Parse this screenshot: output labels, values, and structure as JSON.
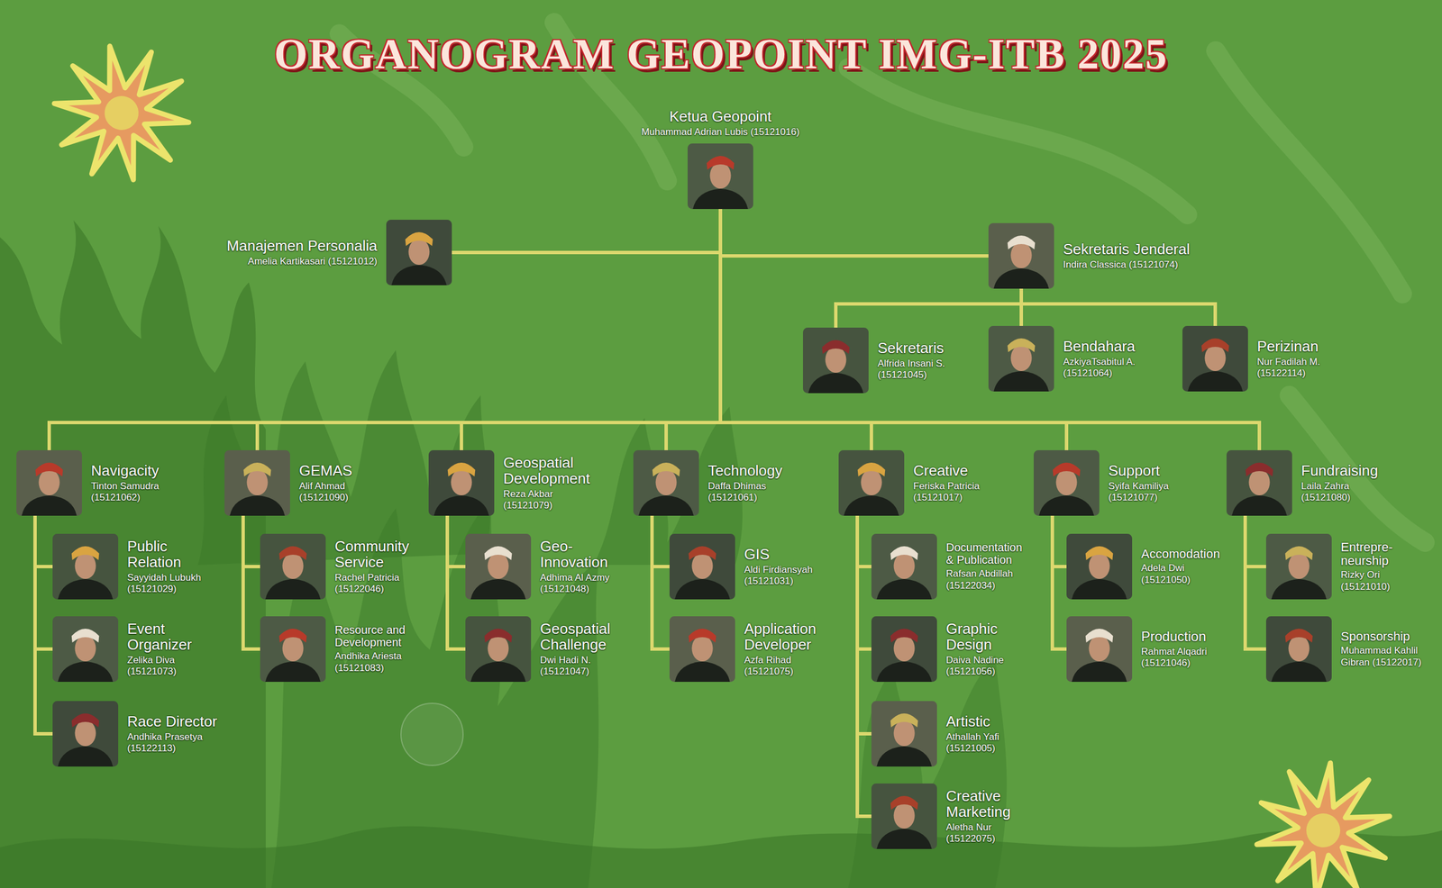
{
  "diagram": {
    "title": "ORGANOGRAM GEOPOINT IMG-ITB 2025",
    "nodes": [
      {
        "text": [
          "Ketua Geopoint",
          "Muhammad Adrian Lubis (15121016)"
        ]
      },
      {
        "text": [
          "Manajemen Personalia",
          "Amelia Kartikasari (15121012)"
        ]
      },
      {
        "text": [
          "Sekretaris Jenderal",
          "Indira Classica (15121074)"
        ]
      },
      {
        "text": [
          "Sekretaris",
          "Alfrida Insani S. (15121045)"
        ]
      },
      {
        "text": [
          "Bendahara",
          "AzkiyaTsabitul A. (15121064)"
        ]
      },
      {
        "text": [
          "Perizinan",
          "Nur Fadilah M. (15122114)"
        ]
      },
      {
        "text": [
          "Navigacity",
          "Tinton Samudra (15121062)"
        ]
      },
      {
        "text": [
          "Public Relation",
          "Sayyidah Lubukh (15121029)"
        ]
      },
      {
        "text": [
          "Event Organizer",
          "Zelika Diva (15121073)"
        ]
      },
      {
        "text": [
          "Race Director",
          "Andhika Prasetya (15122113)"
        ]
      },
      {
        "text": [
          "GEMAS",
          "Alif Ahmad (15121090)"
        ]
      },
      {
        "text": [
          "Community Service",
          "Rachel Patricia (15122046)"
        ]
      },
      {
        "text": [
          "Resource and Development",
          "Andhika Ariesta (15121083)"
        ]
      },
      {
        "text": [
          "Geospatial Development",
          "Reza Akbar (15121079)"
        ]
      },
      {
        "text": [
          "Geo- Innovation",
          "Adhima Al Azmy (15121048)"
        ]
      },
      {
        "text": [
          "Geospatial Challenge",
          "Dwi Hadi N. (15121047)"
        ]
      },
      {
        "text": [
          "Technology",
          "Daffa Dhimas (15121061)"
        ]
      },
      {
        "text": [
          "GIS",
          "Aldi Firdiansyah (15121031)"
        ]
      },
      {
        "text": [
          "Application Developer",
          "Azfa Rihad (15121075)"
        ]
      },
      {
        "text": [
          "Creative",
          "Feriska Patricia (15121017)"
        ]
      },
      {
        "text": [
          "Documentation & Publication",
          "Rafsan Abdillah (15122034)"
        ]
      },
      {
        "text": [
          "Graphic Design",
          "Daiva Nadine (15121056)"
        ]
      },
      {
        "text": [
          "Artistic",
          "Athallah Yafi (15121005)"
        ]
      },
      {
        "text": [
          "Creative Marketing",
          "Aletha Nur (15122075)"
        ]
      },
      {
        "text": [
          "Support",
          "Syifa Kamiliya (15121077)"
        ]
      },
      {
        "text": [
          "Accomodation",
          "Adela Dwi (15121050)"
        ]
      },
      {
        "text": [
          "Production",
          "Rahmat Alqadri (15121046)"
        ]
      },
      {
        "text": [
          "Fundraising",
          "Laila Zahra (15121080)"
        ]
      },
      {
        "text": [
          "Entrepre- neurship",
          "Rizky Ori (15121010)"
        ]
      },
      {
        "text": [
          "Sponsorship",
          "Muhammad Kahlil Gibran (15122017)"
        ]
      }
    ],
    "edges": [
      {
        "from": 0,
        "to": 1,
        "arrow": "none"
      },
      {
        "from": 0,
        "to": 2,
        "arrow": "none"
      },
      {
        "from": 2,
        "to": 3,
        "arrow": "none"
      },
      {
        "from": 2,
        "to": 4,
        "arrow": "none"
      },
      {
        "from": 2,
        "to": 5,
        "arrow": "none"
      },
      {
        "from": 0,
        "to": 6,
        "arrow": "none"
      },
      {
        "from": 6,
        "to": 7,
        "arrow": "none"
      },
      {
        "from": 6,
        "to": 8,
        "arrow": "none"
      },
      {
        "from": 6,
        "to": 9,
        "arrow": "none"
      },
      {
        "from": 0,
        "to": 10,
        "arrow": "none"
      },
      {
        "from": 10,
        "to": 11,
        "arrow": "none"
      },
      {
        "from": 10,
        "to": 12,
        "arrow": "none"
      },
      {
        "from": 0,
        "to": 13,
        "arrow": "none"
      },
      {
        "from": 13,
        "to": 14,
        "arrow": "none"
      },
      {
        "from": 13,
        "to": 15,
        "arrow": "none"
      },
      {
        "from": 0,
        "to": 16,
        "arrow": "none"
      },
      {
        "from": 16,
        "to": 17,
        "arrow": "none"
      },
      {
        "from": 16,
        "to": 18,
        "arrow": "none"
      },
      {
        "from": 0,
        "to": 19,
        "arrow": "none"
      },
      {
        "from": 19,
        "to": 20,
        "arrow": "none"
      },
      {
        "from": 19,
        "to": 21,
        "arrow": "none"
      },
      {
        "from": 19,
        "to": 22,
        "arrow": "none"
      },
      {
        "from": 19,
        "to": 23,
        "arrow": "none"
      },
      {
        "from": 0,
        "to": 24,
        "arrow": "none"
      },
      {
        "from": 24,
        "to": 25,
        "arrow": "none"
      },
      {
        "from": 24,
        "to": 26,
        "arrow": "none"
      },
      {
        "from": 0,
        "to": 27,
        "arrow": "none"
      },
      {
        "from": 27,
        "to": 28,
        "arrow": "none"
      },
      {
        "from": 27,
        "to": 29,
        "arrow": "none"
      }
    ]
  }
}
